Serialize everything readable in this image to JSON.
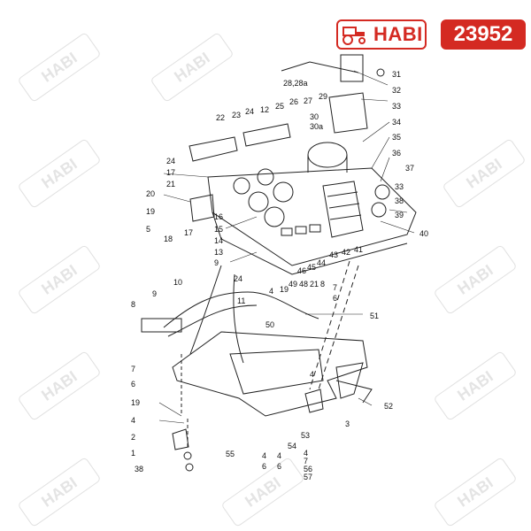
{
  "brand": {
    "logo_text": "HABI",
    "part_number": "23952"
  },
  "watermark_text": "HABI",
  "callouts": [
    "28,28a",
    "31",
    "32",
    "29",
    "27",
    "33",
    "30",
    "30a",
    "34",
    "22",
    "23",
    "24",
    "12",
    "25",
    "26",
    "35",
    "36",
    "37",
    "17",
    "21",
    "20",
    "19",
    "5",
    "18",
    "16",
    "15",
    "14",
    "13",
    "9",
    "11",
    "10",
    "8",
    "7",
    "6",
    "4",
    "3",
    "2",
    "1",
    "38",
    "39",
    "40",
    "41",
    "42",
    "43",
    "44",
    "45",
    "46",
    "49",
    "48",
    "50",
    "51",
    "52",
    "53",
    "54",
    "55",
    "56",
    "57"
  ]
}
